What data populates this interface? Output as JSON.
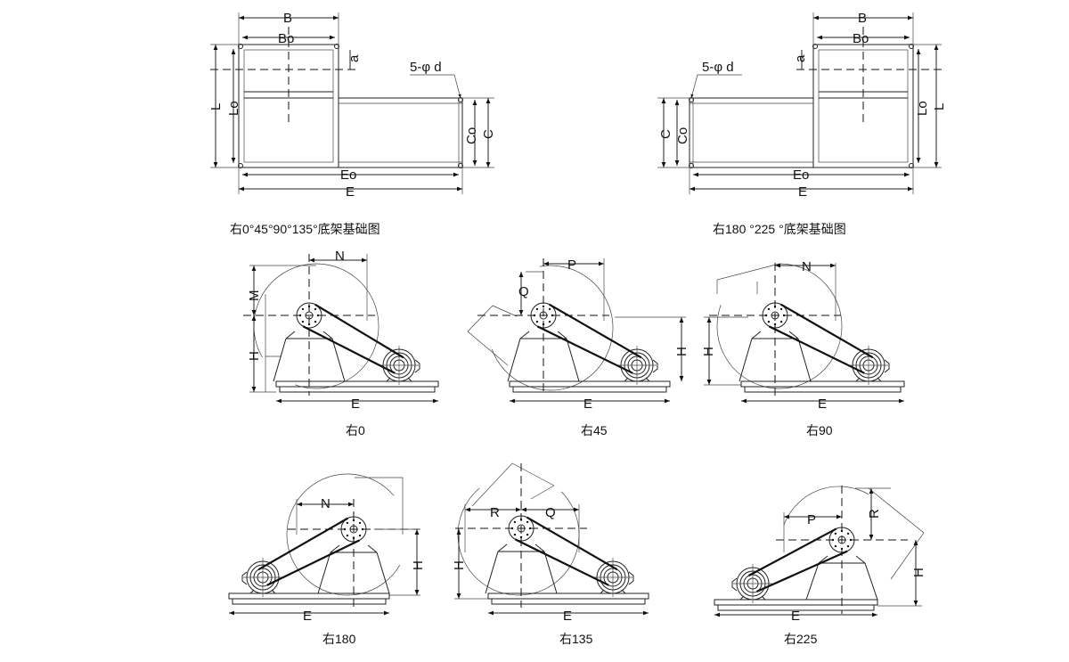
{
  "plan_left": {
    "caption": "右0°45°90°135°底架基础图",
    "labels": {
      "B": "B",
      "Bo": "Bo",
      "a": "a",
      "L": "L",
      "Lo": "Lo",
      "holes": "5-φ d",
      "Co": "Co",
      "C": "C",
      "Eo": "Eo",
      "E": "E"
    }
  },
  "plan_right": {
    "caption": "右180 °225 °底架基础图",
    "labels": {
      "B": "B",
      "Bo": "Bo",
      "a": "a",
      "L": "L",
      "Lo": "Lo",
      "holes": "5-φ d",
      "Co": "Co",
      "C": "C",
      "Eo": "Eo",
      "E": "E"
    }
  },
  "views": [
    {
      "caption": "右0",
      "dims": [
        "N",
        "M",
        "H",
        "E"
      ]
    },
    {
      "caption": "右45",
      "dims": [
        "P",
        "Q",
        "H",
        "E"
      ]
    },
    {
      "caption": "右90",
      "dims": [
        "N",
        "H",
        "E"
      ]
    },
    {
      "caption": "右180",
      "dims": [
        "N",
        "H",
        "E"
      ]
    },
    {
      "caption": "右135",
      "dims": [
        "R",
        "Q",
        "H",
        "E"
      ]
    },
    {
      "caption": "右225",
      "dims": [
        "P",
        "R",
        "H",
        "E"
      ]
    }
  ]
}
